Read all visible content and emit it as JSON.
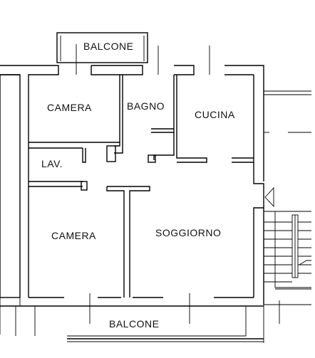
{
  "floor_plan": {
    "rooms": {
      "balcone_top": "BALCONE",
      "camera_top": "CAMERA",
      "bagno": "BAGNO",
      "cucina": "CUCINA",
      "lav": "LAV.",
      "camera_bottom": "CAMERA",
      "soggiorno": "SOGGIORNO",
      "balcone_bottom": "BALCONE"
    }
  }
}
